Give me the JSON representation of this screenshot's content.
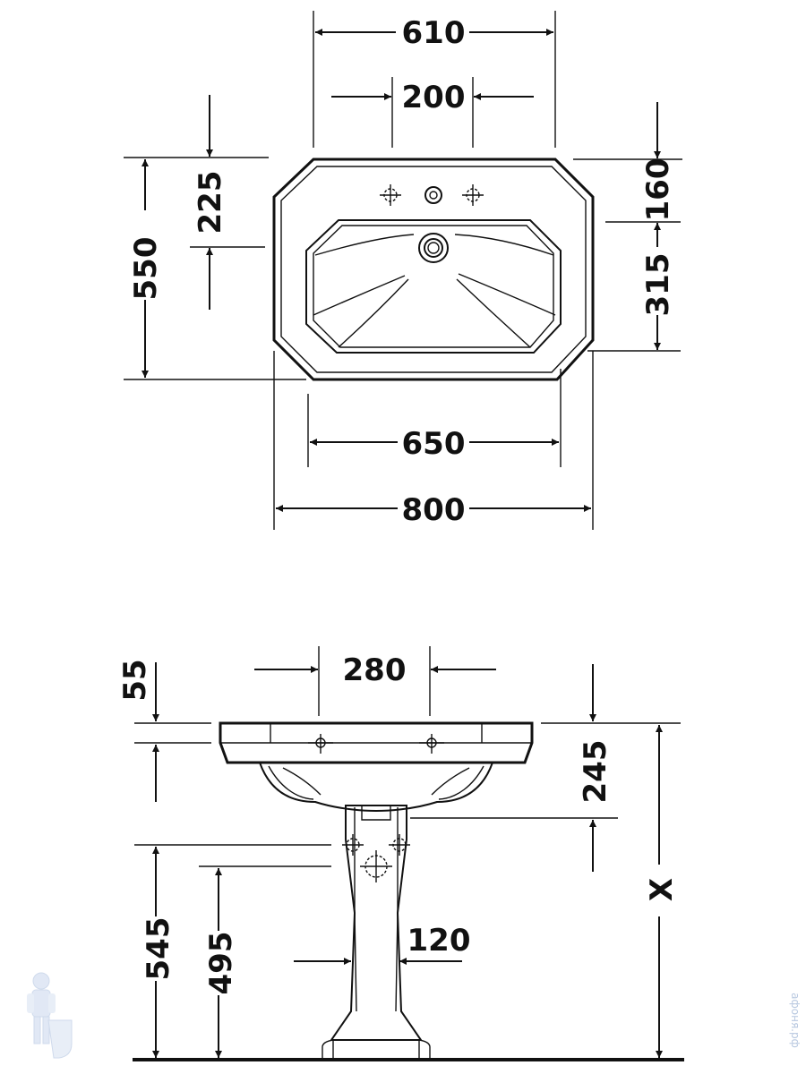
{
  "top_view": {
    "dims": {
      "width_overall": "610",
      "tap_spacing": "200",
      "depth_overall": "550",
      "back_to_holes": "225",
      "holes_offset": "160",
      "bowl_depth": "315",
      "bowl_width": "650",
      "total_width": "800"
    }
  },
  "side_view": {
    "dims": {
      "rim_thickness": "55",
      "tap_hole_span": "280",
      "bowl_height": "245",
      "floor_to_supply": "545",
      "floor_to_waste": "495",
      "pedestal_width": "120",
      "rim_height": "X"
    }
  },
  "watermark": {
    "text": "афоня.рф"
  }
}
